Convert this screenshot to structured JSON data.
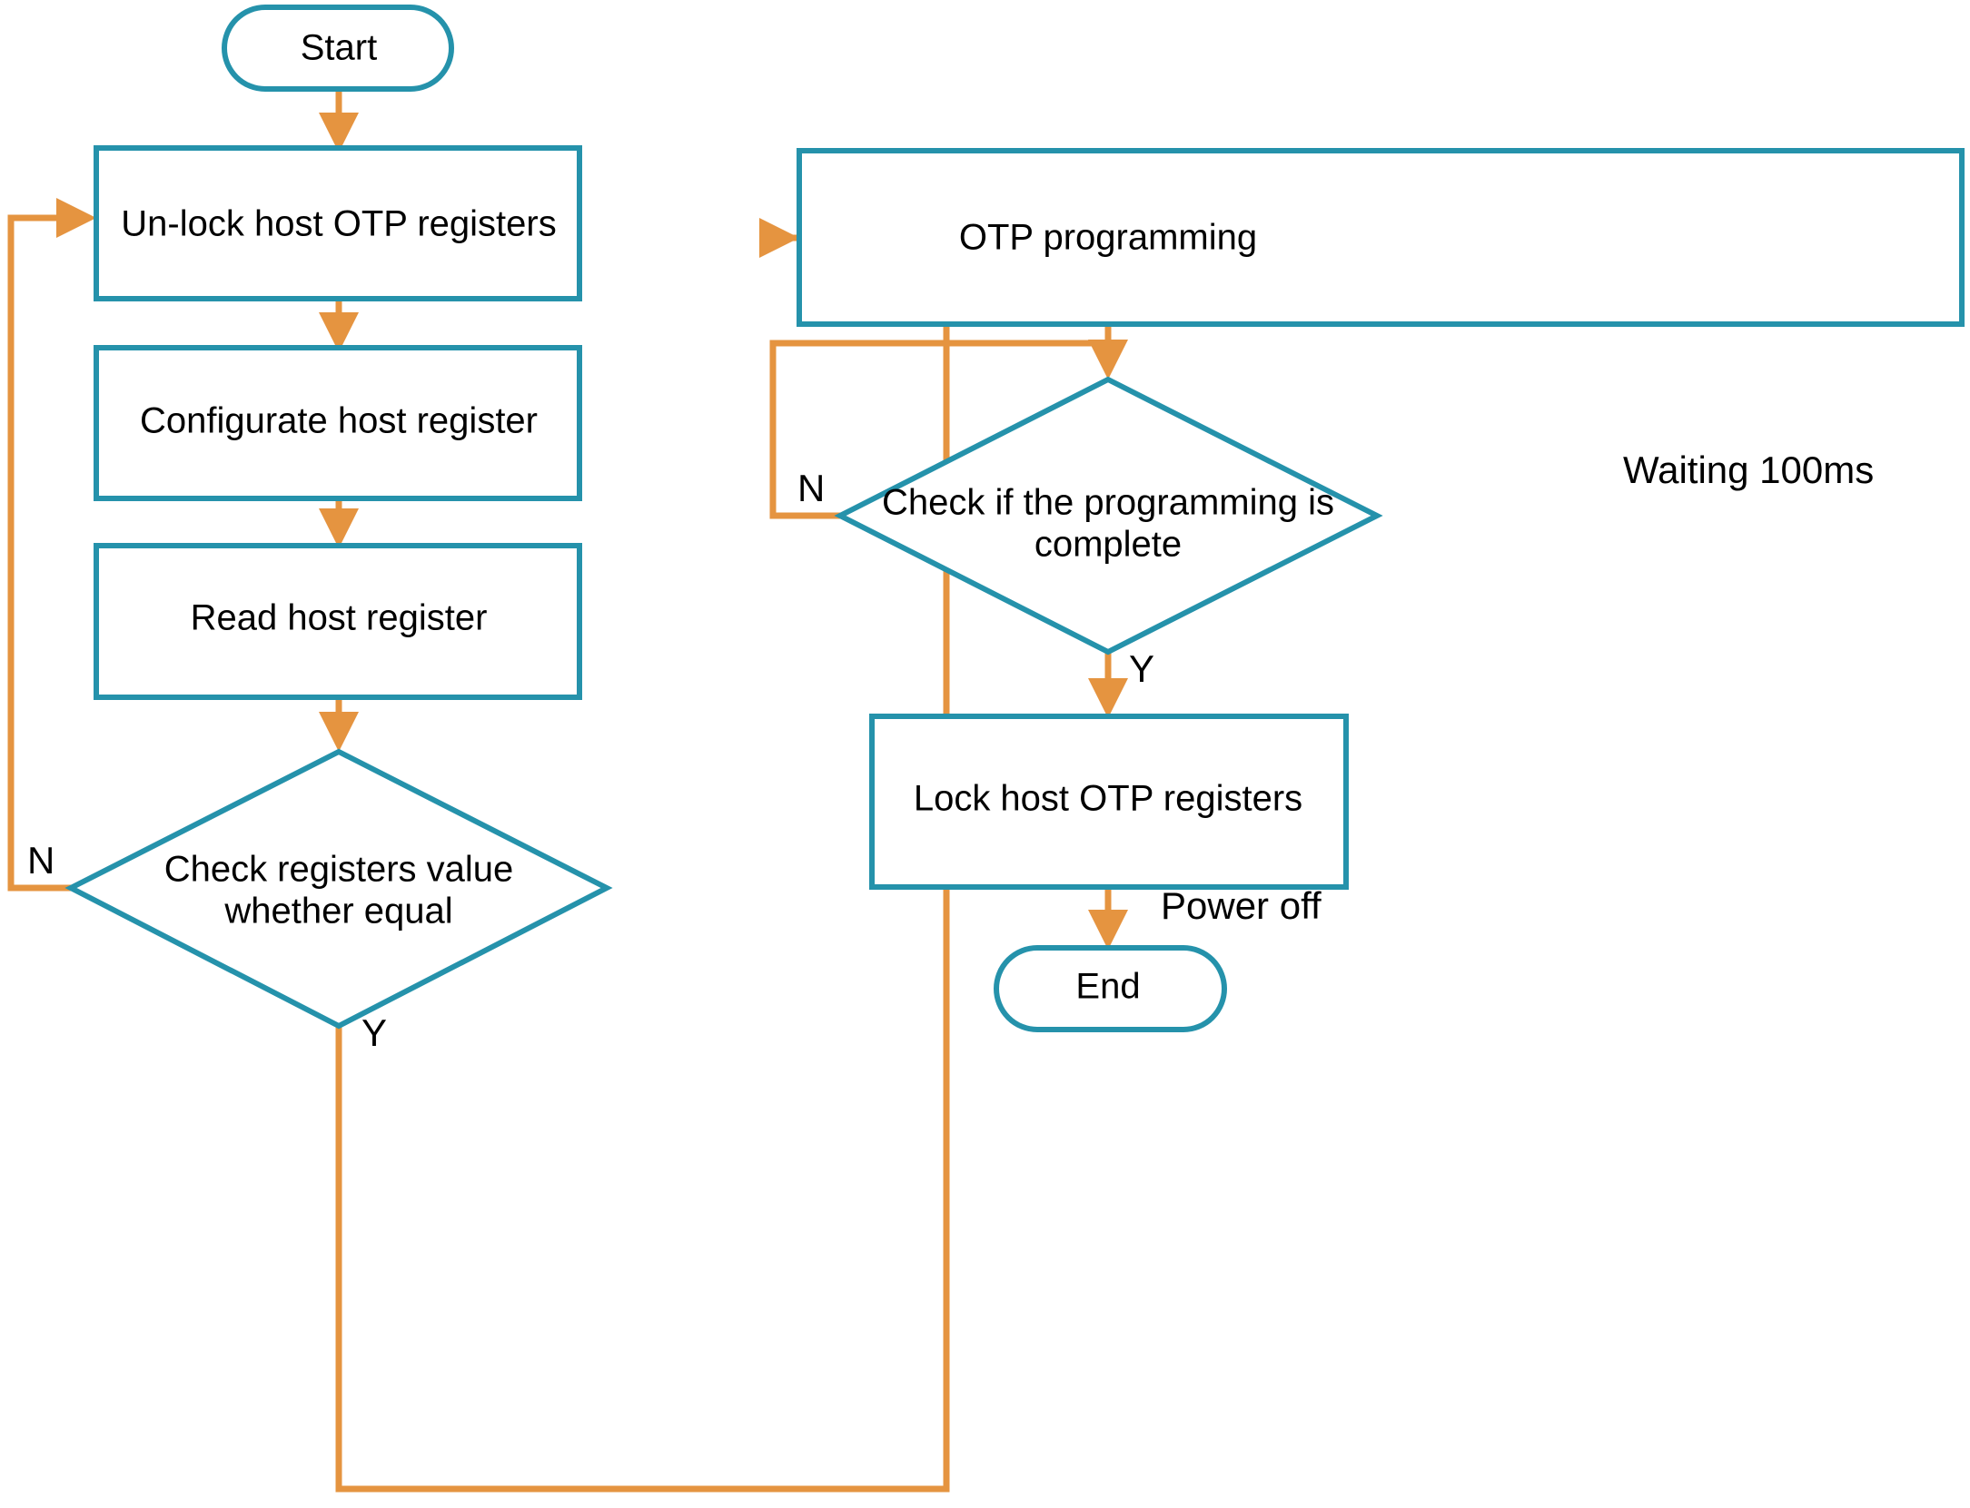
{
  "diagram": {
    "title": "Host OTP programming flowchart",
    "colors": {
      "shape_stroke": "#2592ab",
      "connector": "#e59440",
      "text": "#000000",
      "background": "#ffffff"
    },
    "nodes": {
      "start": {
        "label": "Start",
        "type": "terminator"
      },
      "unlock": {
        "label": "Un-lock host OTP registers",
        "type": "process"
      },
      "configure": {
        "label": "Configurate host register",
        "type": "process"
      },
      "read": {
        "label": "Read host register",
        "type": "process"
      },
      "check_equal": {
        "label_line1": "Check registers value",
        "label_line2": "whether equal",
        "type": "decision"
      },
      "otp_programming": {
        "label": "OTP programming",
        "type": "process"
      },
      "check_complete": {
        "label_line1": "Check if the programming is",
        "label_line2": "complete",
        "type": "decision"
      },
      "lock": {
        "label": "Lock host OTP registers",
        "type": "process"
      },
      "end": {
        "label": "End",
        "type": "terminator"
      }
    },
    "edge_labels": {
      "check_equal_no": "N",
      "check_equal_yes": "Y",
      "waiting": "Waiting 100ms",
      "check_complete_no": "N",
      "check_complete_yes": "Y",
      "power_off": "Power off"
    }
  }
}
